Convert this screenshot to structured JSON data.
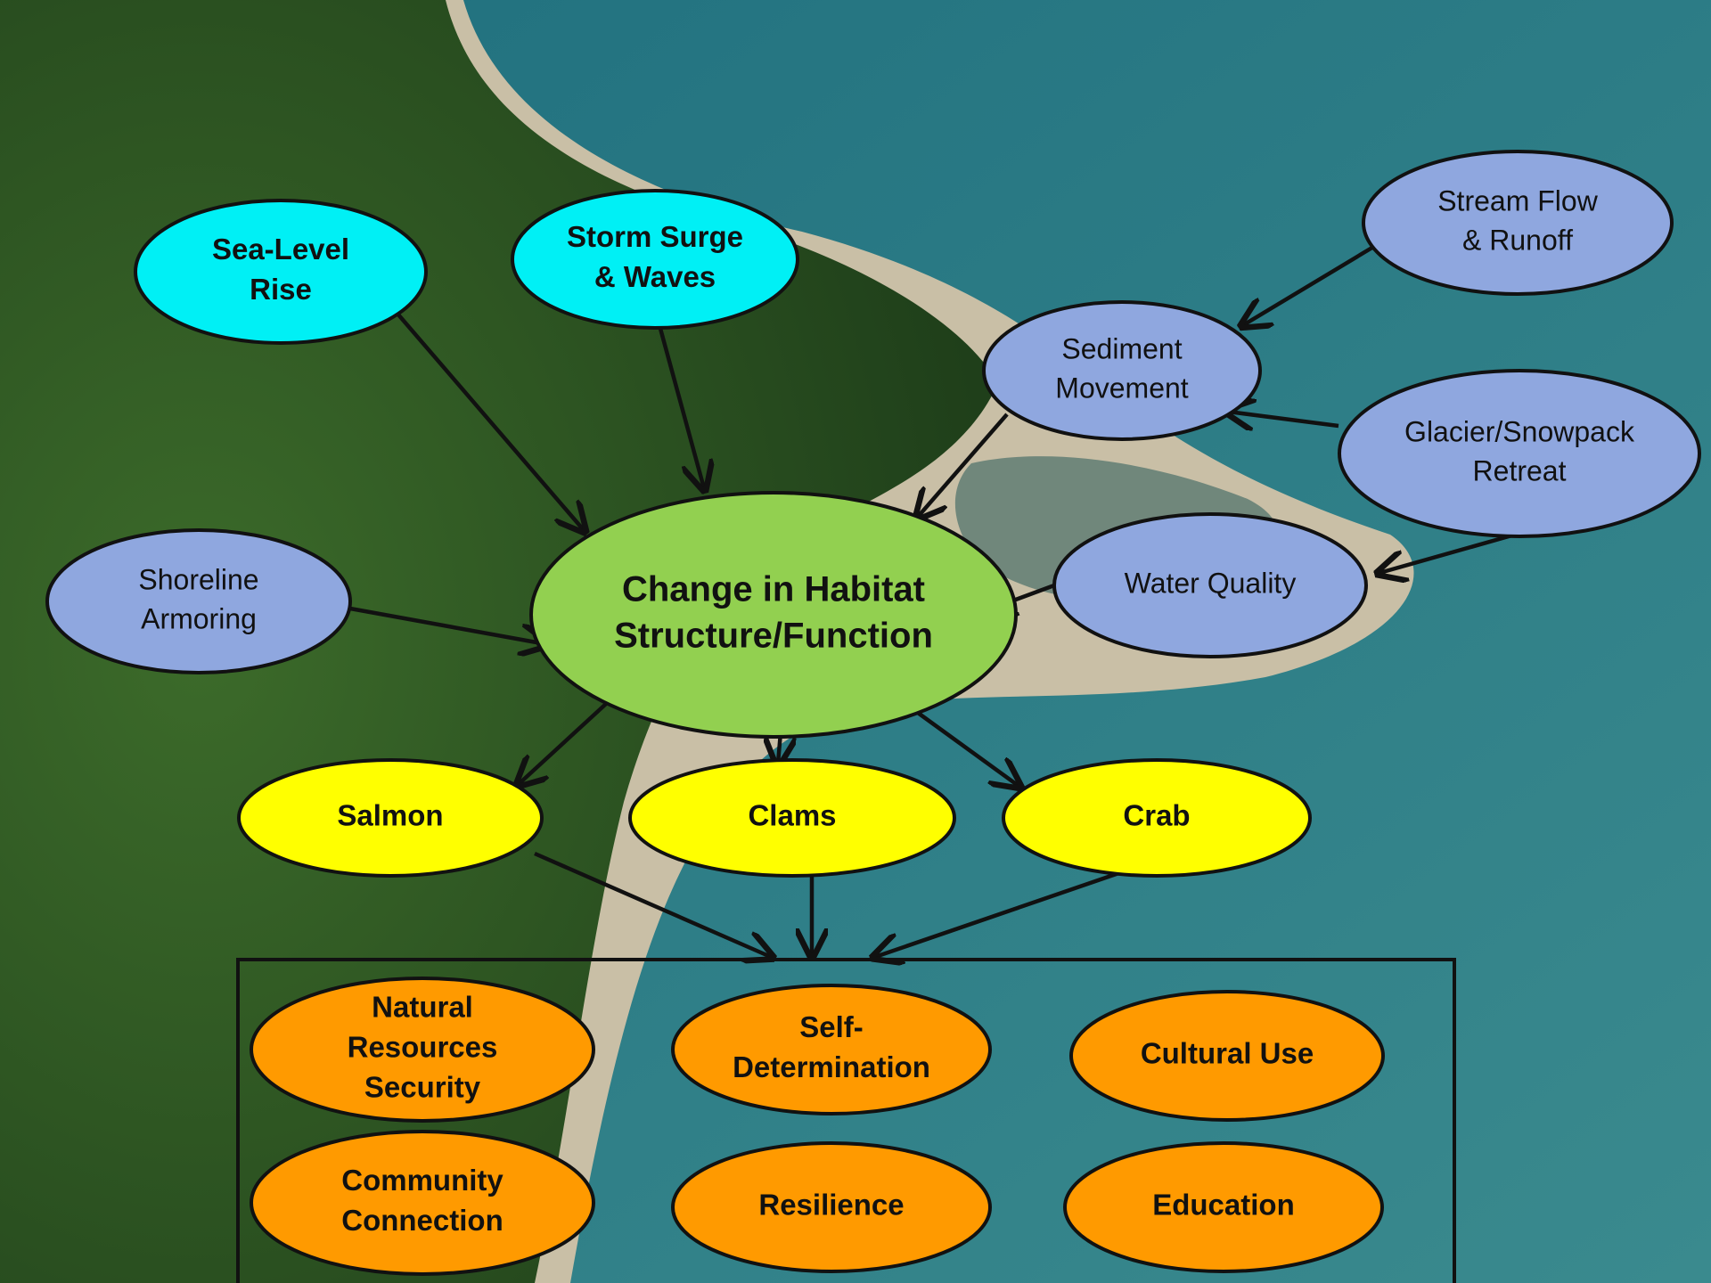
{
  "colors": {
    "cyan": "#00F0F5",
    "blue": "#8FA7DF",
    "green": "#92D050",
    "yellow": "#FFFF00",
    "orange": "#FF9A00",
    "stroke": "#111111",
    "forest": "#2E5A22",
    "water": "#2E7480",
    "sand": "#C9BFA6"
  },
  "nodes": {
    "sea_level_rise": [
      "Sea-Level",
      "Rise"
    ],
    "storm_surge": [
      "Storm Surge",
      "& Waves"
    ],
    "stream_flow": [
      "Stream Flow",
      "& Runoff"
    ],
    "sediment": [
      "Sediment",
      "Movement"
    ],
    "glacier": [
      "Glacier/Snowpack",
      "Retreat"
    ],
    "water_quality": [
      "Water Quality"
    ],
    "shoreline": [
      "Shoreline",
      "Armoring"
    ],
    "habitat": [
      "Change in Habitat",
      "Structure/Function"
    ],
    "salmon": [
      "Salmon"
    ],
    "clams": [
      "Clams"
    ],
    "crab": [
      "Crab"
    ],
    "natural_resources": [
      "Natural",
      "Resources",
      "Security"
    ],
    "self_determination": [
      "Self-",
      "Determination"
    ],
    "cultural_use": [
      "Cultural Use"
    ],
    "community": [
      "Community",
      "Connection"
    ],
    "resilience": [
      "Resilience"
    ],
    "education": [
      "Education"
    ]
  }
}
